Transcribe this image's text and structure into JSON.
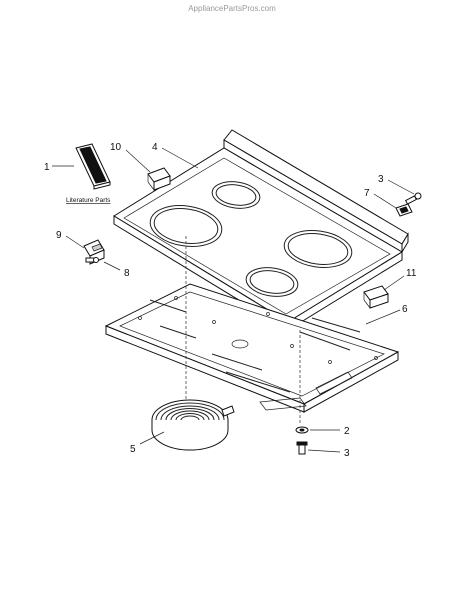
{
  "watermark": "AppliancePartsPros.com",
  "literature_label": "Literature Parts",
  "callouts": [
    "1",
    "10",
    "4",
    "3",
    "7",
    "9",
    "8",
    "11",
    "6",
    "5",
    "2",
    "3"
  ]
}
